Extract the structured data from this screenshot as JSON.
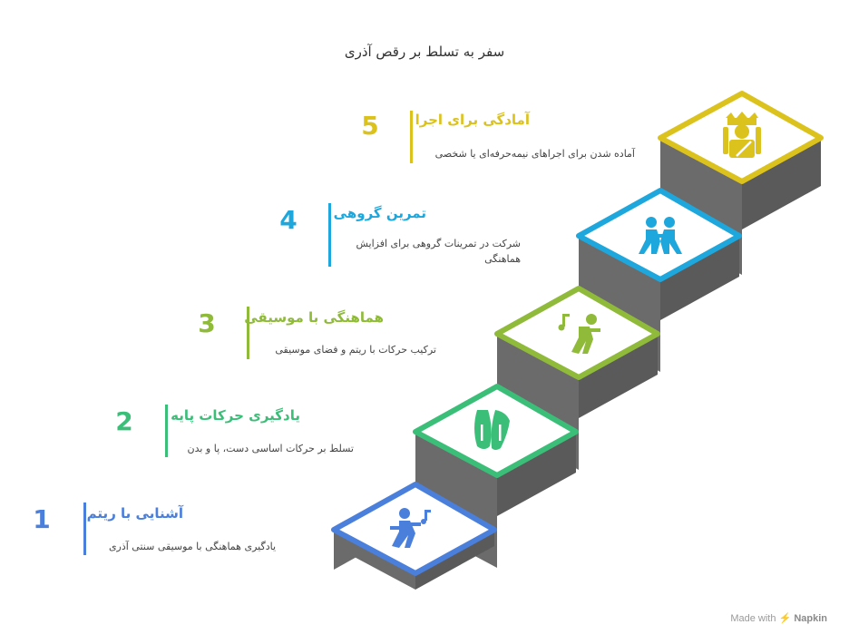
{
  "title": "سفر به تسلط بر رقص آذری",
  "steps": [
    {
      "number": "1",
      "title": "آشنایی با ریتم",
      "description": "یادگیری هماهنگی با موسیقی سنتی آذری",
      "color": "#4a7fdc",
      "icon": "dancing-person-music-icon"
    },
    {
      "number": "2",
      "title": "یادگیری حرکات پایه",
      "description": "تسلط بر حرکات اساسی دست، پا و بدن",
      "color": "#3bbf78",
      "icon": "ballet-shoes-icon"
    },
    {
      "number": "3",
      "title": "هماهنگی با موسیقی",
      "description": "ترکیب حرکات با ریتم و فضای موسیقی",
      "color": "#8fba3a",
      "icon": "dancer-music-note-icon"
    },
    {
      "number": "4",
      "title": "تمرین گروهی",
      "description": "شرکت در تمرینات گروهی برای افزایش هماهنگی",
      "color": "#1ea7dc",
      "icon": "group-dance-icon"
    },
    {
      "number": "5",
      "title": "آمادگی برای اجرا",
      "description": "آماده شدن برای اجراهای نیمه‌حرفه‌ای یا شخصی",
      "color": "#dcc21c",
      "icon": "performer-costume-icon"
    }
  ],
  "footer": {
    "prefix": "Made with",
    "brand": "Napkin"
  }
}
